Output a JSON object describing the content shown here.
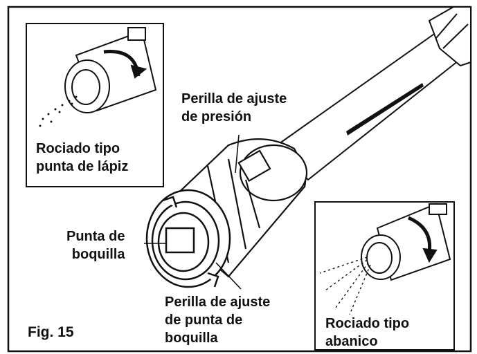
{
  "labels": {
    "pencil_spray": [
      "Rociado tipo",
      "punta de lápiz"
    ],
    "pressure_knob": [
      "Perilla de ajuste",
      "de presión"
    ],
    "nozzle_tip": [
      "Punta de",
      "boquilla"
    ],
    "tip_knob": [
      "Perilla de ajuste",
      "de punta de",
      "boquilla"
    ],
    "fan_spray": [
      "Rociado tipo",
      "abanico"
    ],
    "figure": "Fig. 15"
  },
  "colors": {
    "stroke": "#111111",
    "fill": "#ffffff",
    "shade": "#d9d9d9"
  }
}
